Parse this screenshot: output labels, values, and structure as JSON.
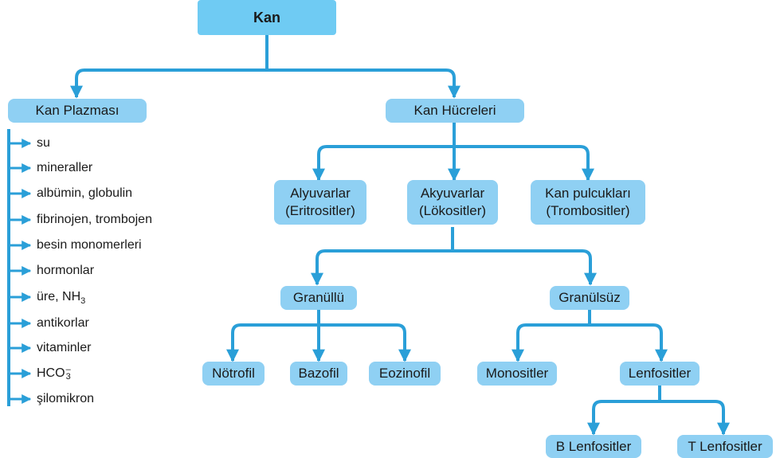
{
  "root": {
    "label": "Kan"
  },
  "plasma": {
    "label": "Kan Plazması",
    "items": [
      "su",
      "mineraller",
      "albümin, globulin",
      "fibrinojen, trombojen",
      "besin monomerleri",
      "hormonlar",
      "antikorlar",
      "vitaminler",
      "şilomikron"
    ],
    "ure": {
      "prefix": "üre, NH",
      "sub": "3"
    },
    "bicarb": {
      "prefix": "HCO",
      "sub": "3",
      "sup": "–"
    }
  },
  "cells": {
    "label": "Kan Hücreleri",
    "erythro": {
      "line1": "Alyuvarlar",
      "line2": "(Eritrositler)"
    },
    "leuko": {
      "line1": "Akyuvarlar",
      "line2": "(Lökositler)"
    },
    "thrombo": {
      "line1": "Kan pulcukları",
      "line2": "(Trombositler)"
    }
  },
  "granular": {
    "label": "Granüllü",
    "children": [
      "Nötrofil",
      "Bazofil",
      "Eozinofil"
    ]
  },
  "agranular": {
    "label": "Granülsüz",
    "monocytes": "Monositler",
    "lymphocytes": "Lenfositler",
    "b_lymph": "B Lenfositler",
    "t_lymph": "T Lenfositler"
  },
  "colors": {
    "box": "#8fd0f3",
    "root_box": "#6fcbf3",
    "line": "#2a9fd8"
  }
}
